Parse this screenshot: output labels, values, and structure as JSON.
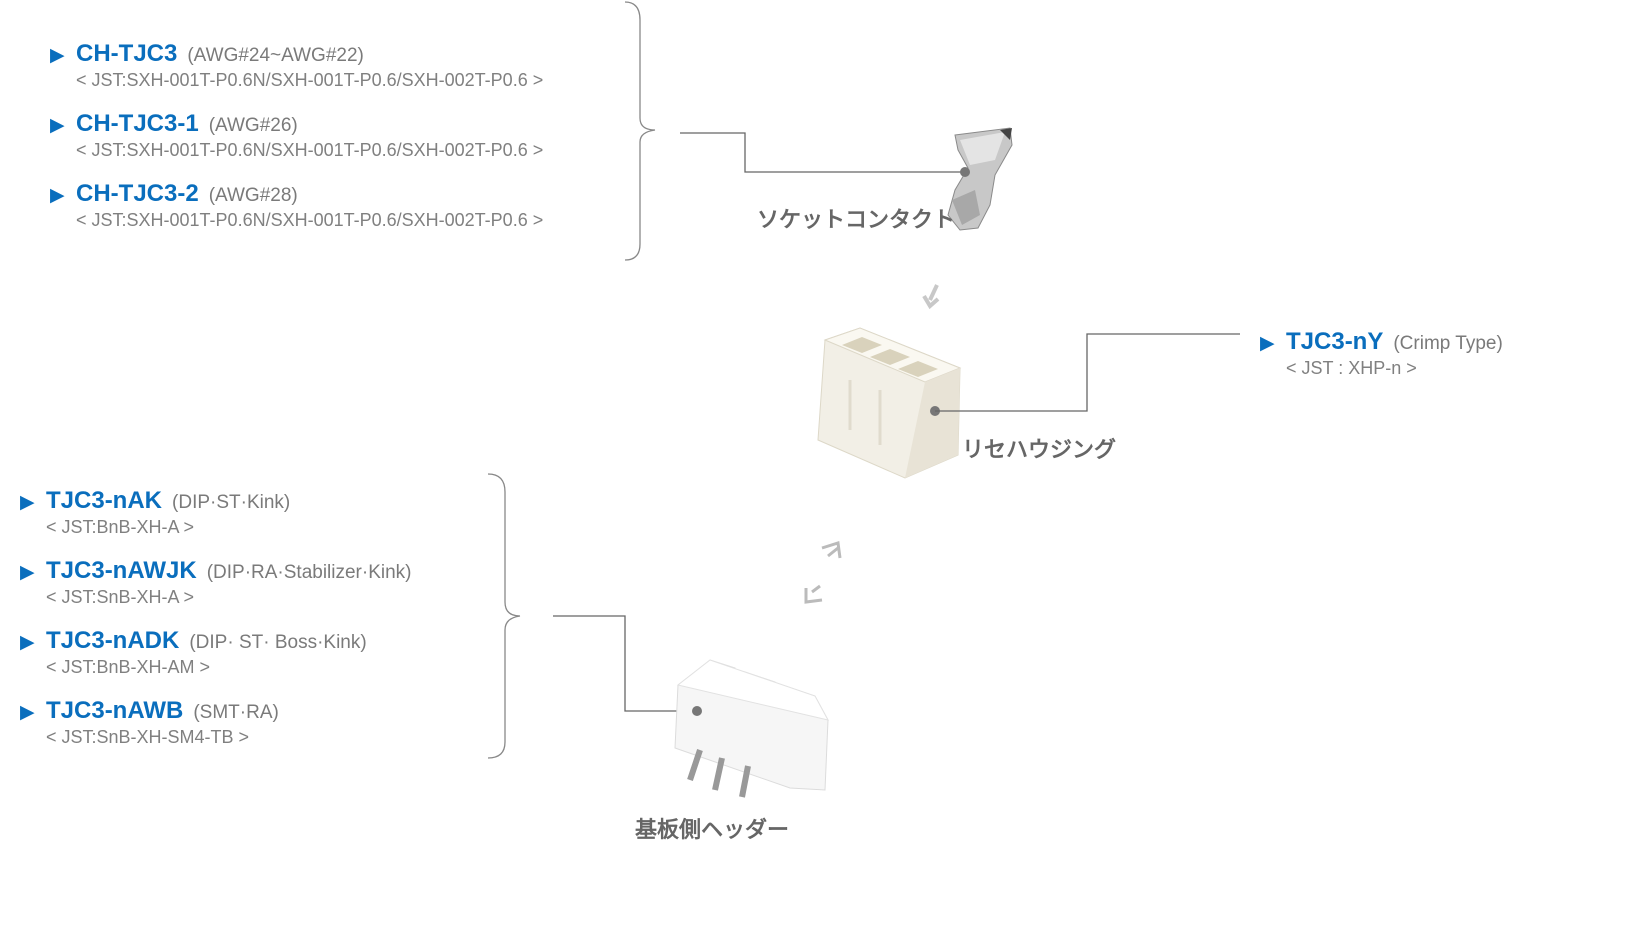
{
  "contacts": [
    {
      "name": "CH-TJC3",
      "spec": "(AWG#24~AWG#22)",
      "part": "< JST:SXH-001T-P0.6N/SXH-001T-P0.6/SXH-002T-P0.6 >"
    },
    {
      "name": "CH-TJC3-1",
      "spec": "(AWG#26)",
      "part": "< JST:SXH-001T-P0.6N/SXH-001T-P0.6/SXH-002T-P0.6 >"
    },
    {
      "name": "CH-TJC3-2",
      "spec": "(AWG#28)",
      "part": "< JST:SXH-001T-P0.6N/SXH-001T-P0.6/SXH-002T-P0.6 >"
    }
  ],
  "housing": {
    "name": "TJC3-nY",
    "spec": "(Crimp Type)",
    "part": "< JST : XHP-n >"
  },
  "headers": [
    {
      "name": "TJC3-nAK",
      "spec": "(DIP·ST·Kink)",
      "part": "< JST:BnB-XH-A >"
    },
    {
      "name": "TJC3-nAWJK",
      "spec": "(DIP·RA·Stabilizer·Kink)",
      "part": "< JST:SnB-XH-A >"
    },
    {
      "name": "TJC3-nADK",
      "spec": "(DIP· ST· Boss·Kink)",
      "part": "< JST:BnB-XH-AM >"
    },
    {
      "name": "TJC3-nAWB",
      "spec": "(SMT·RA)",
      "part": "< JST:SnB-XH-SM4-TB >"
    }
  ],
  "labels": {
    "socket_contact": "ソケットコンタクト",
    "housing": "リセハウジング",
    "board_header": "基板側ヘッダー"
  },
  "marker": "▶",
  "colors": {
    "accent": "#0a6ebd",
    "text_gray": "#7a7a7a",
    "line": "#666666"
  }
}
